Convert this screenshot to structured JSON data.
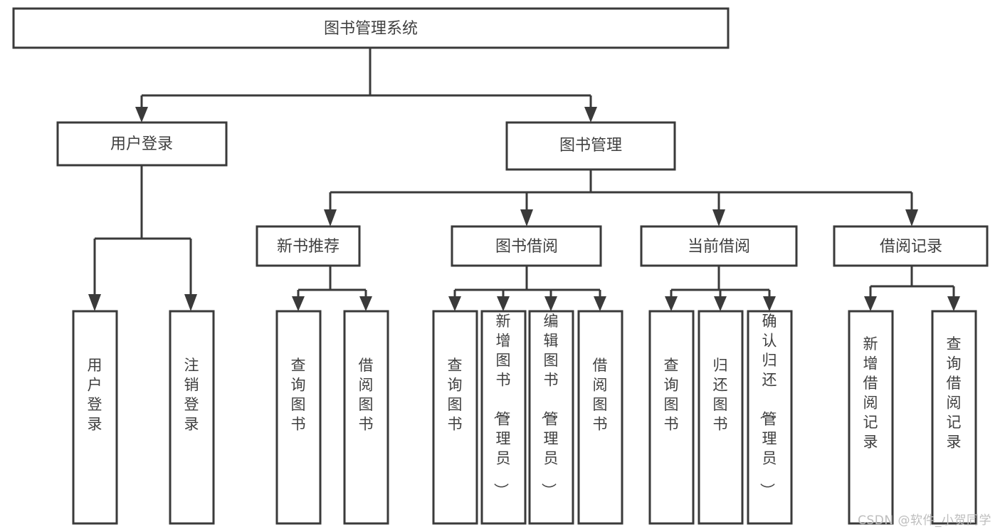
{
  "diagram": {
    "title": "图书管理系统",
    "type": "tree-hierarchy-diagram",
    "colors": {
      "stroke": "#3a3a3a",
      "box_fill": "#ffffff",
      "text": "#404040",
      "background": "#ffffff",
      "watermark": "#bdbdbd"
    },
    "root": {
      "label": "图书管理系统"
    },
    "level2": [
      {
        "label": "用户登录"
      },
      {
        "label": "图书管理"
      }
    ],
    "level3": [
      {
        "label": "新书推荐"
      },
      {
        "label": "图书借阅"
      },
      {
        "label": "当前借阅"
      },
      {
        "label": "借阅记录"
      }
    ],
    "leaves": {
      "user_login": [
        {
          "label": "用户登录"
        },
        {
          "label": "注销登录"
        }
      ],
      "new_book_recommend": [
        {
          "label": "查询图书"
        },
        {
          "label": "借阅图书"
        }
      ],
      "book_borrow": [
        {
          "label": "查询图书"
        },
        {
          "label": "新增图书（管理员）"
        },
        {
          "label": "编辑图书（管理员）"
        },
        {
          "label": "借阅图书"
        }
      ],
      "current_borrow": [
        {
          "label": "查询图书"
        },
        {
          "label": "归还图书"
        },
        {
          "label": "确认归还（管理员）"
        }
      ],
      "borrow_record": [
        {
          "label": "新增借阅记录"
        },
        {
          "label": "查询借阅记录"
        }
      ]
    }
  },
  "watermark": {
    "text": "CSDN @软件_小贺同学"
  }
}
